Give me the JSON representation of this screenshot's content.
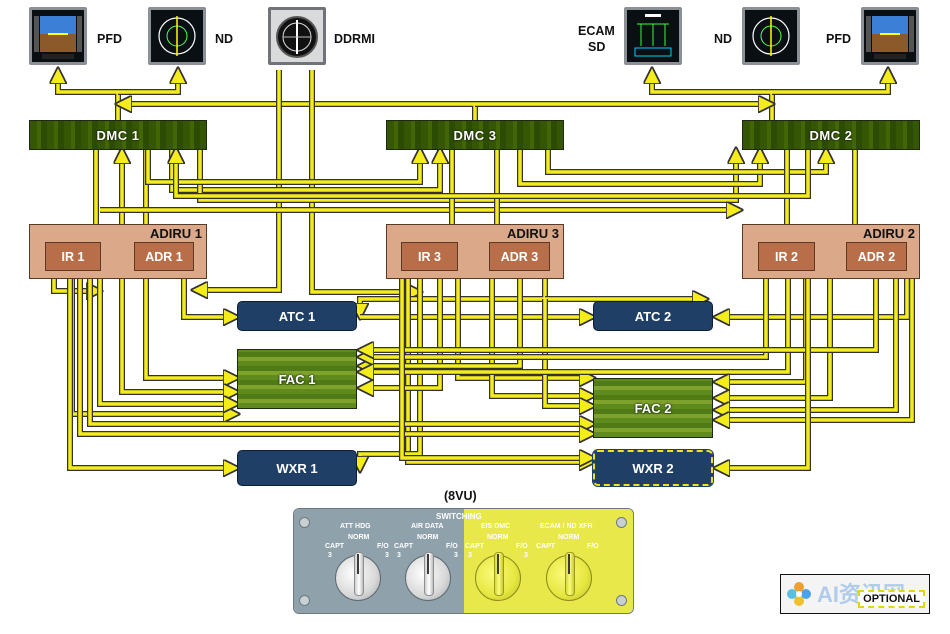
{
  "displays": {
    "pfd1": "PFD",
    "nd1": "ND",
    "ddrmi": "DDRMI",
    "ecam_line1": "ECAM",
    "ecam_line2": "SD",
    "nd2": "ND",
    "pfd2": "PFD"
  },
  "dmc": {
    "dmc1": "DMC 1",
    "dmc3": "DMC 3",
    "dmc2": "DMC 2"
  },
  "adiru": {
    "adiru1": "ADIRU 1",
    "adiru3": "ADIRU 3",
    "adiru2": "ADIRU 2",
    "ir1": "IR 1",
    "adr1": "ADR 1",
    "ir3": "IR 3",
    "adr3": "ADR 3",
    "ir2": "IR 2",
    "adr2": "ADR 2"
  },
  "systems": {
    "atc1": "ATC 1",
    "atc2": "ATC 2",
    "fac1": "FAC 1",
    "fac2": "FAC 2",
    "wxr1": "WXR 1",
    "wxr2": "WXR 2"
  },
  "panel": {
    "location": "(8VU)",
    "title": "SWITCHING",
    "knobs": [
      {
        "name": "ATT HDG",
        "norm": "NORM",
        "capt": "CAPT",
        "fo": "F/O",
        "left3": "3",
        "right3": "3"
      },
      {
        "name": "AIR DATA",
        "norm": "NORM",
        "capt": "CAPT",
        "fo": "F/O",
        "left3": "3",
        "right3": "3"
      },
      {
        "name": "EIS DMC",
        "norm": "NORM",
        "capt": "CAPT",
        "fo": "F/O",
        "left3": "3",
        "right3": "3"
      },
      {
        "name": "ECAM / ND XFR",
        "norm": "NORM",
        "capt": "CAPT",
        "fo": "F/O",
        "left3": "",
        "right3": ""
      }
    ]
  },
  "legend": {
    "optional": "OPTIONAL"
  },
  "watermark": {
    "text": "AI资讯网"
  },
  "colors": {
    "wire": "#f5ec1c",
    "wire_outline": "#333333",
    "dmc_green": "#7a9a25",
    "adiru_fill": "#dba98a",
    "adiru_sub": "#b86e48",
    "navy": "#1f3f66",
    "panel_grey": "#8fa2ab",
    "panel_yellow": "#e8e84a"
  }
}
